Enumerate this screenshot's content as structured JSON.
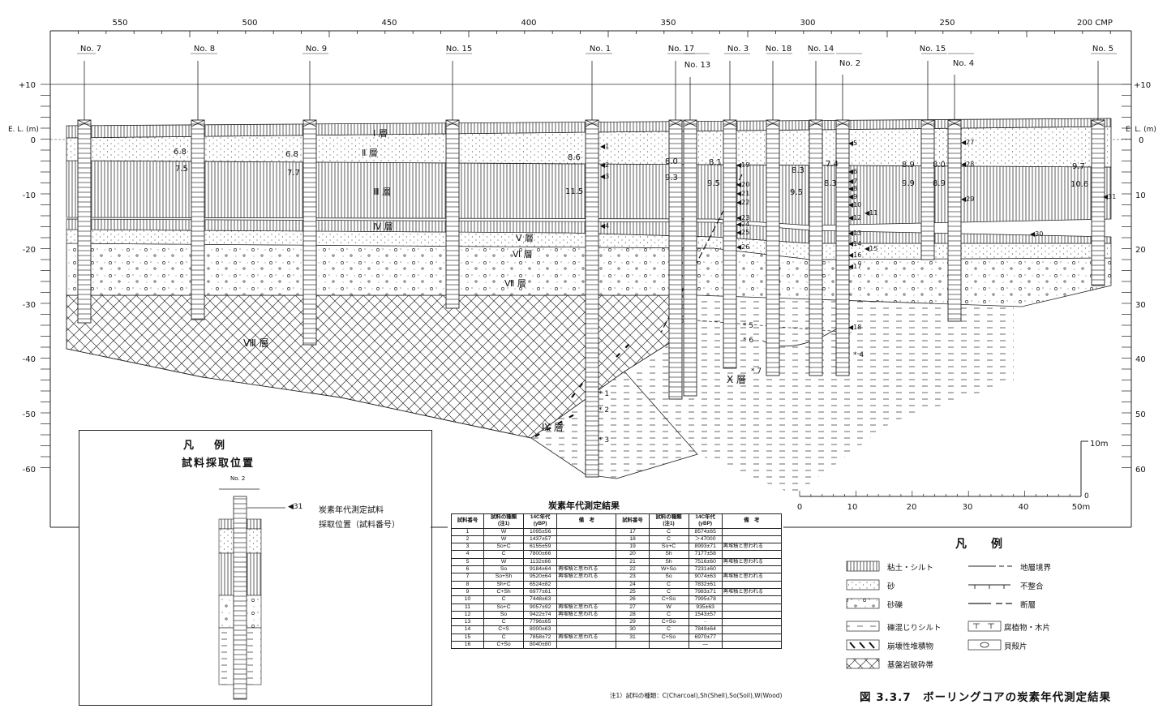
{
  "section": {
    "top_axis_labels": [
      "550",
      "500",
      "450",
      "400",
      "350",
      "300",
      "250",
      "200 CMP"
    ],
    "el_label": "E. L. (m)",
    "el_ticks": [
      "+10",
      "0",
      "-10",
      "-20",
      "-30",
      "-40",
      "-50",
      "-60"
    ],
    "el_ticks_right": [
      "+10",
      "0",
      "10",
      "20",
      "30",
      "40",
      "50",
      "60"
    ],
    "boreholes": [
      "No. 7",
      "No. 8",
      "No. 9",
      "No. 15",
      "No. 1",
      "No. 17",
      "No. 13",
      "No. 3",
      "No. 18",
      "No. 14",
      "No. 2",
      "No. 15",
      "No. 4",
      "No. 5"
    ],
    "layers": [
      "Ⅰ 層",
      "Ⅱ 層",
      "Ⅲ 層",
      "Ⅳ 層",
      "Ⅴ 層",
      "Ⅵ 層",
      "Ⅶ 層",
      "Ⅷ 層",
      "Ⅸ 層",
      "Ⅹ 層"
    ],
    "contact_depths": [
      "6.8",
      "7.5",
      "6.8",
      "7.7",
      "8.6",
      "11.5",
      "8.0",
      "9.3",
      "8.1",
      "9.5",
      "8.3",
      "9.5",
      "7.4",
      "8.3",
      "8.9",
      "9.9",
      "8.0",
      "8.9",
      "9.7",
      "10.6"
    ],
    "sample_numbers": [
      "◀1",
      "◀2",
      "◀3",
      "◀4",
      "◀5",
      "◀6",
      "◀7",
      "◀8",
      "◀9",
      "◀10",
      "◀11",
      "◀12",
      "◀13",
      "◀14",
      "◀15",
      "◀16",
      "◀17",
      "◀18",
      "◀19",
      "◀20",
      "◀21",
      "◀22",
      "◀23",
      "◀24",
      "◀25",
      "◀26",
      "◀27",
      "◀28",
      "◀29",
      "◀30",
      "◀31"
    ],
    "star_samples": [
      "* 1",
      "* 2",
      "* 3",
      "* 4",
      "* 5",
      "* 6",
      "* 7"
    ],
    "vscale_label": "10m",
    "hscale_ticks": [
      "0",
      "10",
      "20",
      "30",
      "40",
      "50m"
    ]
  },
  "inset": {
    "title": "凡　例",
    "subtitle": "試料採取位置",
    "bore_label": "No. 2",
    "marker": "◀31",
    "line1": "炭素年代測定試料",
    "line2": "採取位置（試料番号）"
  },
  "results": {
    "title": "炭素年代測定結果",
    "headers": [
      "試料番号",
      "試料の種類\n(注1)",
      "14C年代\n(yBP)",
      "備　考",
      "試料番号",
      "試料の種類\n(注1)",
      "14C年代\n(yBP)",
      "備　考"
    ],
    "rows": [
      [
        "1",
        "W",
        "1095±56",
        "",
        "17",
        "C",
        "8574±65",
        ""
      ],
      [
        "2",
        "W",
        "1437±57",
        "",
        "18",
        "C",
        "＞47000",
        ""
      ],
      [
        "3",
        "So+C",
        "6155±59",
        "",
        "19",
        "So+C",
        "8993±71",
        "再堆積と思われる"
      ],
      [
        "4",
        "C",
        "7800±66",
        "",
        "20",
        "Sh",
        "7177±58",
        ""
      ],
      [
        "5",
        "W",
        "1132±66",
        "",
        "21",
        "Sh",
        "7516±60",
        "再堆積と思われる"
      ],
      [
        "6",
        "So",
        "9184±64",
        "再堆積と思われる",
        "22",
        "W+So",
        "7231±60",
        ""
      ],
      [
        "7",
        "So+Sh",
        "9520±64",
        "再堆積と思われる",
        "23",
        "So",
        "9074±63",
        "再堆積と思われる"
      ],
      [
        "8",
        "Sh+C",
        "6524±82",
        "",
        "24",
        "C",
        "7832±61",
        ""
      ],
      [
        "9",
        "C+Sh",
        "6977±61",
        "",
        "25",
        "C",
        "7983±71",
        "再堆積と思われる"
      ],
      [
        "10",
        "C",
        "7448±63",
        "",
        "26",
        "C+So",
        "7995±78",
        ""
      ],
      [
        "11",
        "So+C",
        "9057±92",
        "再堆積と思われる",
        "27",
        "W",
        "935±63",
        ""
      ],
      [
        "12",
        "So",
        "9422±74",
        "再堆積と思われる",
        "28",
        "C",
        "1543±57",
        ""
      ],
      [
        "13",
        "C",
        "7796±65",
        "",
        "29",
        "C+So",
        "-",
        ""
      ],
      [
        "14",
        "C+S",
        "8000±63",
        "",
        "30",
        "C",
        "7849±64",
        ""
      ],
      [
        "15",
        "C",
        "7858±72",
        "再堆積と思われる",
        "31",
        "C+So",
        "6970±77",
        ""
      ],
      [
        "16",
        "C+So",
        "8040±80",
        "",
        "",
        "",
        "—",
        ""
      ]
    ],
    "note": "注1）試料の種類：C(Charcoal),Sh(Shell),So(Soil),W(Wood)"
  },
  "legend": {
    "title": "凡　例",
    "items": [
      "粘土・シルト",
      "砂",
      "砂礫",
      "礫混じりシルト",
      "崩壊性堆積物",
      "基盤岩破砕帯"
    ],
    "lines": [
      "地層境界",
      "不整合",
      "断層",
      "腐植物・木片",
      "貝殻片"
    ]
  },
  "caption": "図 3.3.7　ボーリングコアの炭素年代測定結果"
}
